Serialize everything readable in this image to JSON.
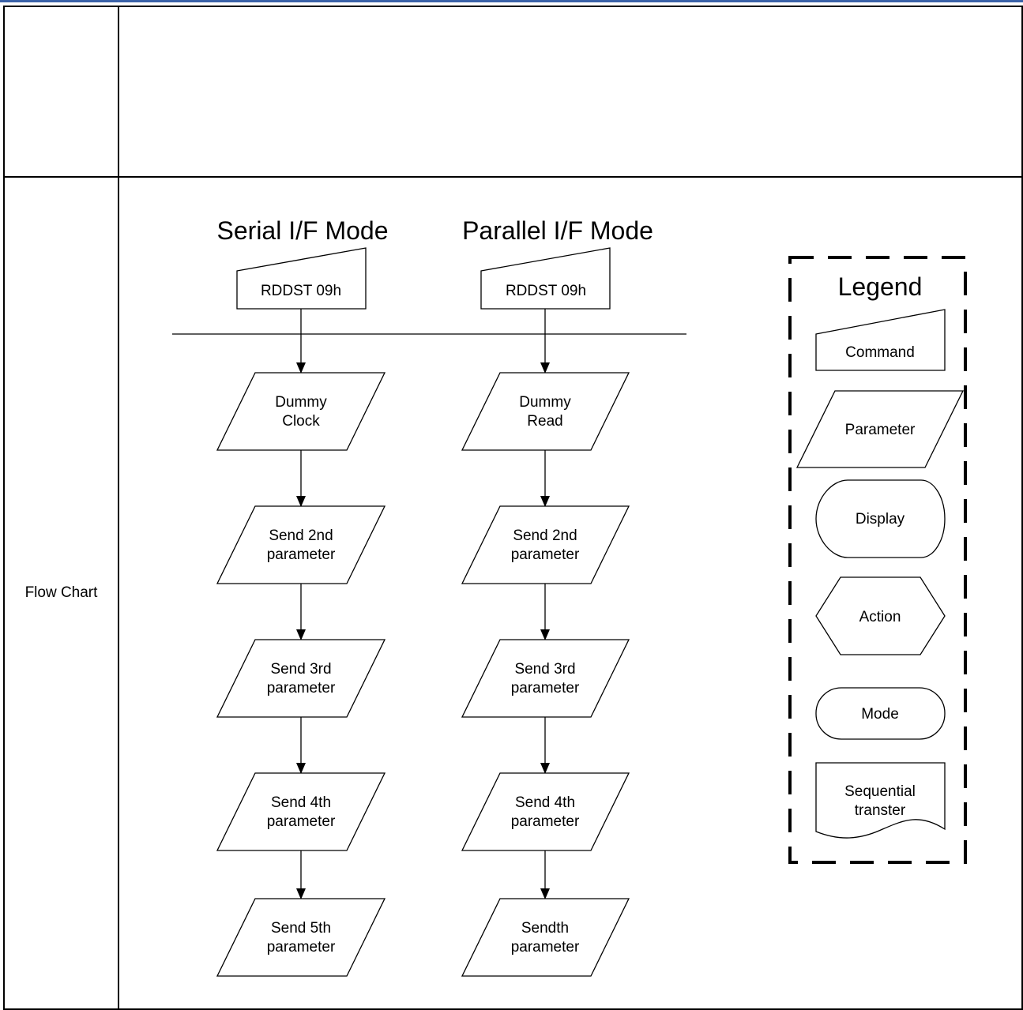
{
  "rows": [
    {
      "label": ""
    },
    {
      "label": "Flow Chart"
    }
  ],
  "flowchart": {
    "columns": [
      {
        "title": "Serial I/F Mode",
        "command": "RDDST 09h",
        "parameters": [
          [
            "Dummy",
            "Clock"
          ],
          [
            "Send 2nd",
            "parameter"
          ],
          [
            "Send 3rd",
            "parameter"
          ],
          [
            "Send 4th",
            "parameter"
          ],
          [
            "Send 5th",
            "parameter"
          ]
        ]
      },
      {
        "title": "Parallel I/F Mode",
        "command": "RDDST 09h",
        "parameters": [
          [
            "Dummy",
            "Read"
          ],
          [
            "Send 2nd",
            "parameter"
          ],
          [
            "Send 3rd",
            "parameter"
          ],
          [
            "Send 4th",
            "parameter"
          ],
          [
            "Sendth",
            "parameter"
          ]
        ]
      }
    ],
    "legend": {
      "title": "Legend",
      "command": "Command",
      "parameter": "Parameter",
      "display": "Display",
      "action": "Action",
      "mode": "Mode",
      "sequential": [
        "Sequential",
        "transter"
      ]
    }
  }
}
